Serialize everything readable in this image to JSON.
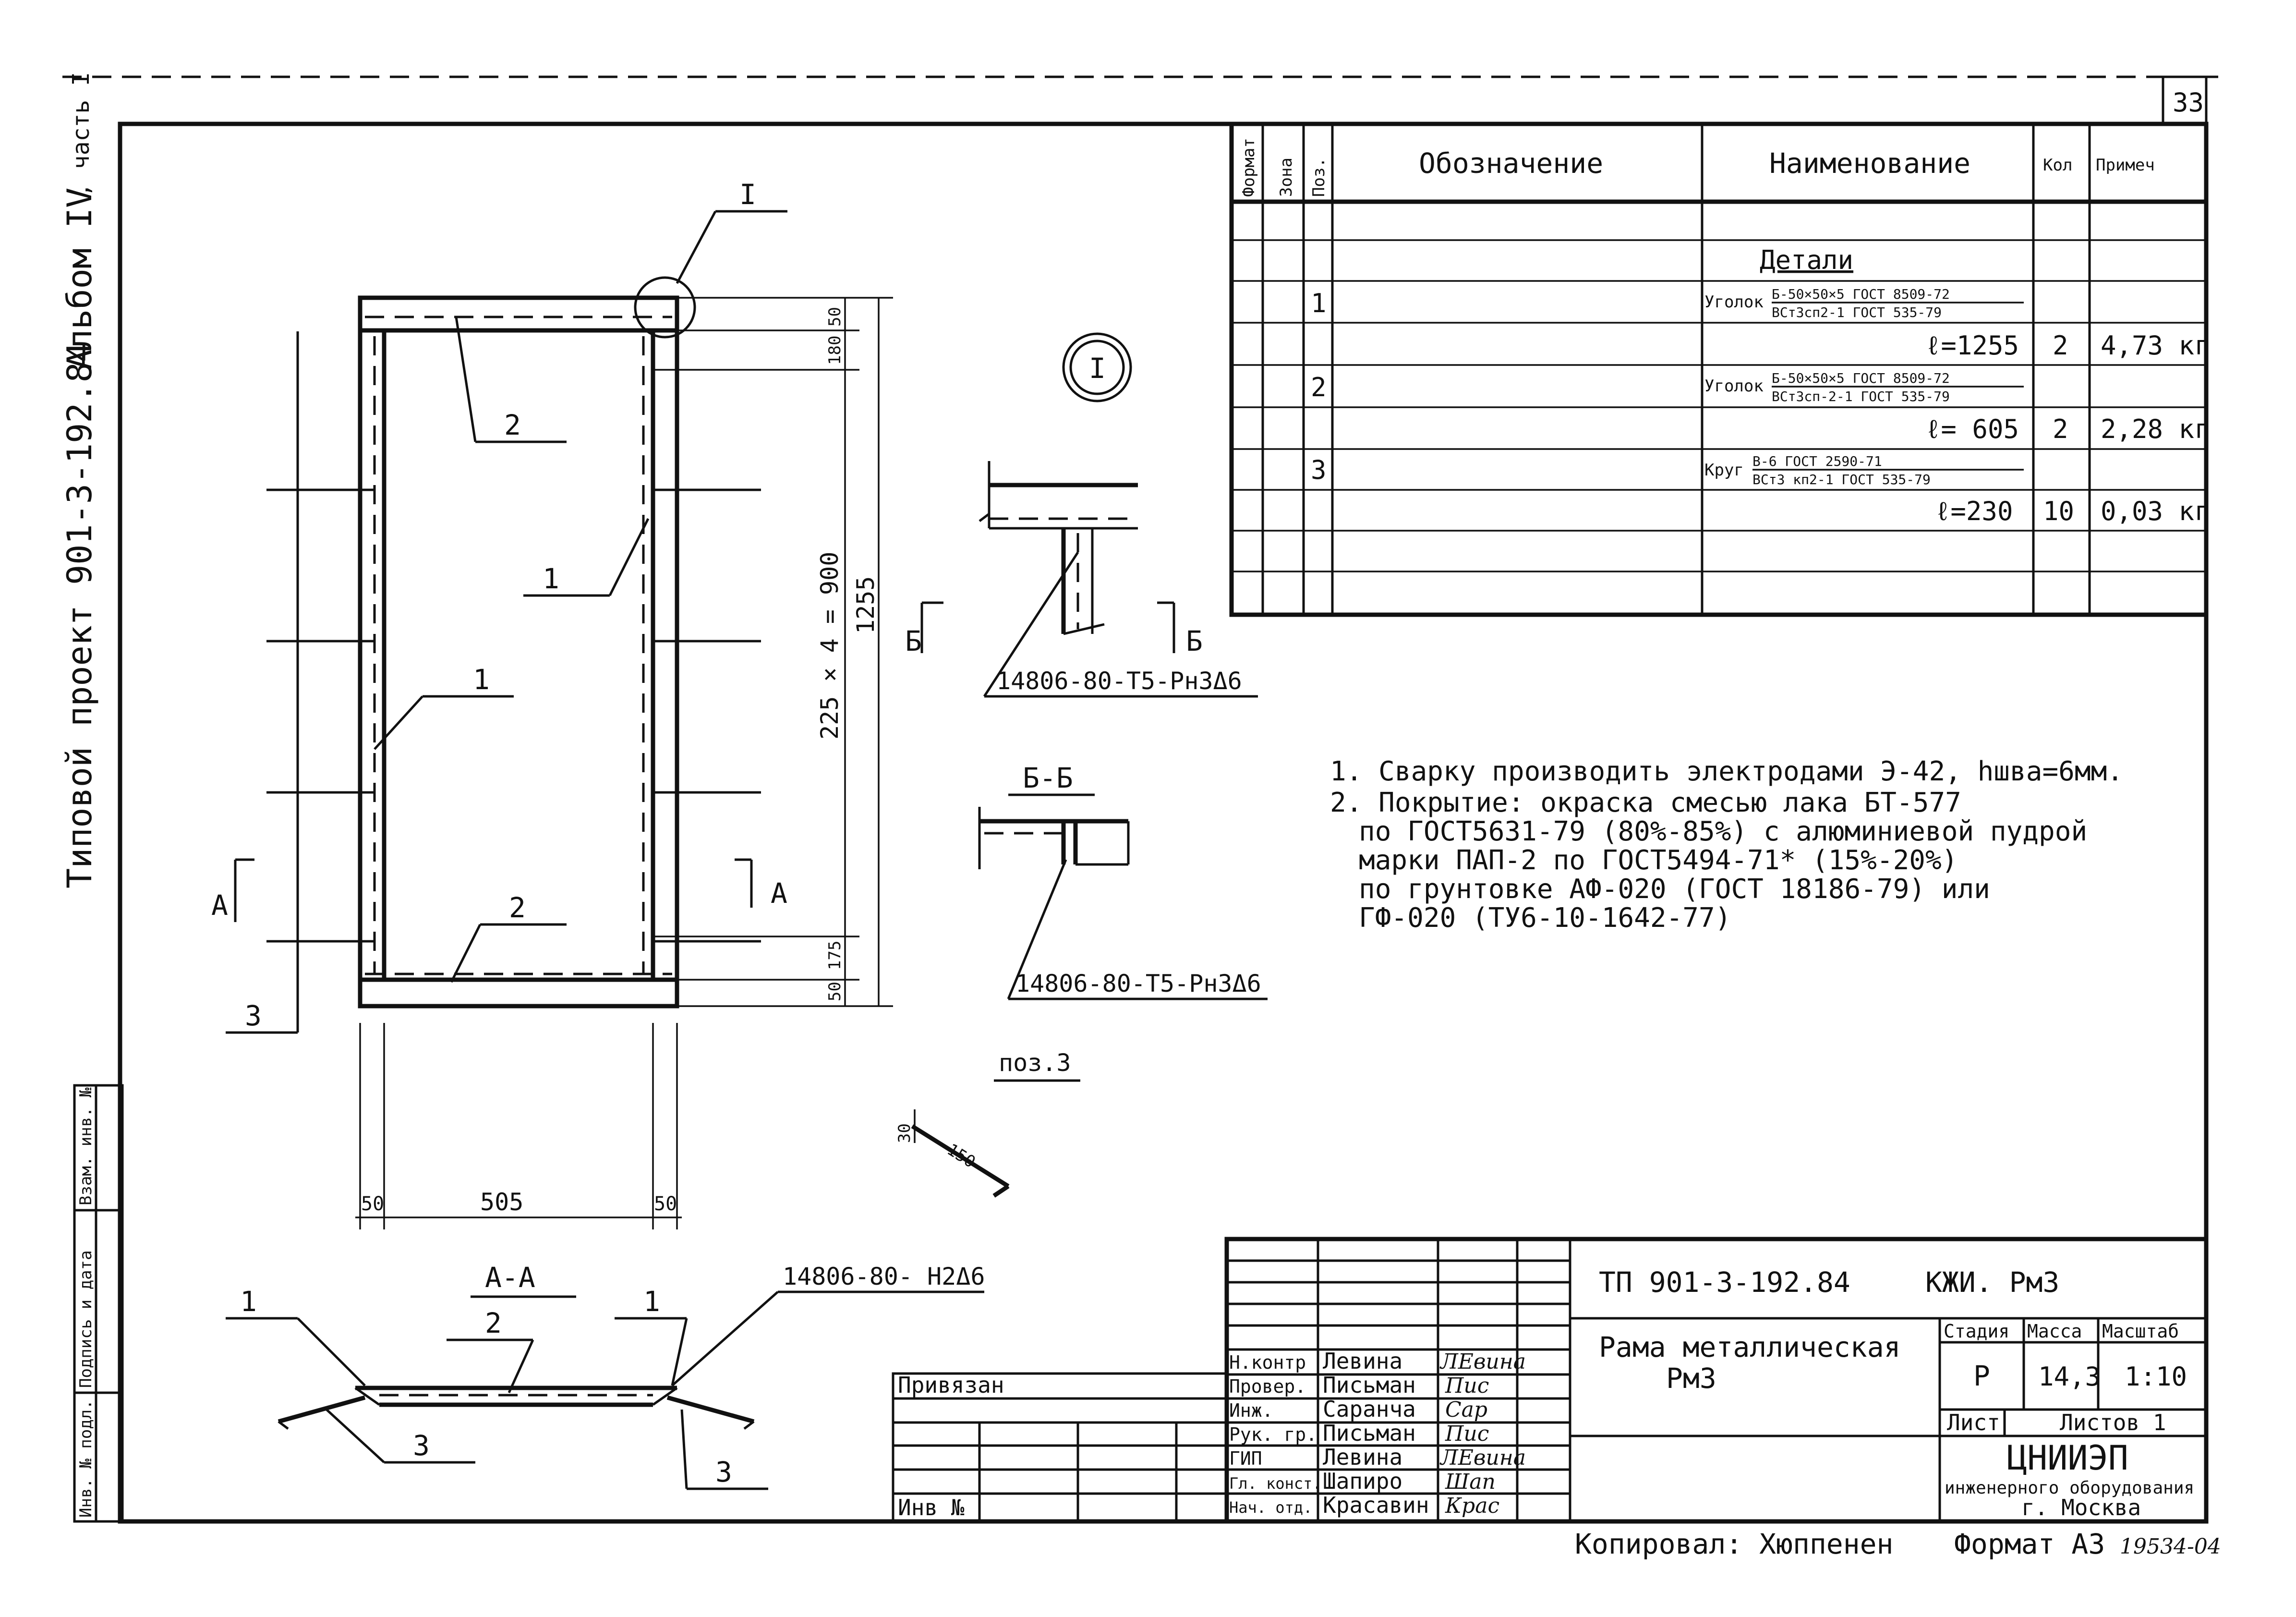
{
  "sheet_number": "33",
  "side_caption": {
    "project": "Типовой проект 901-3-192.84",
    "album": "Альбом IV",
    "part": ", часть I"
  },
  "left_stamp_labels": [
    "Инв. № подл.",
    "Подпись и дата",
    "Взам. инв. №"
  ],
  "spec_table": {
    "headers": [
      "Формат",
      "Зона",
      "Поз.",
      "Обозначение",
      "Наименование",
      "Кол",
      "Примеч"
    ],
    "section_title": "Детали",
    "rows": [
      {
        "pos": "1",
        "name_prefix": "Уголок",
        "name_top": "Б-50×50×5 ГОСТ 8509-72",
        "name_bottom": "ВСт3сп2-1 ГОСТ 535-79",
        "length": "ℓ=1255",
        "qty": "2",
        "note": "4,73 кг"
      },
      {
        "pos": "2",
        "name_prefix": "Уголок",
        "name_top": "Б-50×50×5 ГОСТ 8509-72",
        "name_bottom": "ВСт3сп-2-1 ГОСТ 535-79",
        "length": "ℓ= 605",
        "qty": "2",
        "note": "2,28 кг"
      },
      {
        "pos": "3",
        "name_prefix": "Круг",
        "name_top": "В-6 ГОСТ 2590-71",
        "name_bottom": "ВСт3 кп2-1 ГОСТ 535-79",
        "length": "ℓ=230",
        "qty": "10",
        "note": "0,03 кг"
      }
    ]
  },
  "drawing": {
    "callout_detail": "I",
    "callout_circle": "I",
    "leader_labels": {
      "p2_top": "2",
      "p1_right": "1",
      "p1_left": "1",
      "p2_bottom": "2",
      "p3_left": "3"
    },
    "section_marker_a": "А",
    "section_marker_b": "Б",
    "dims": {
      "top_flange": "50",
      "top_gap": "180",
      "middle": "225 × 4 = 900",
      "overall": "1255",
      "bottom_gap": "175",
      "bottom_flange": "50",
      "w_left": "50",
      "w_mid": "505",
      "w_right": "50"
    },
    "weld_upper": "14806-80-Т5-Рн3Δ6",
    "section_bb_title": "Б-Б",
    "weld_lower": "14806-80-Т5-Рн3Δ6",
    "poz3_title": "поз.3",
    "poz3_dim_a": "30",
    "poz3_dim_b": "150",
    "section_aa_title": "А-А",
    "weld_aa": "14806-80- Н2Δ6",
    "aa_labels": {
      "left1": "1",
      "mid2": "2",
      "right1": "1",
      "left3": "3",
      "right3": "3"
    }
  },
  "notes": {
    "line1": "1. Сварку производить электродами Э-42, hшва=6мм.",
    "line2": "2. Покрытие: окраска смесью лака БТ-577",
    "line3": "по ГОСТ5631-79 (80%-85%) с алюминиевой пудрой",
    "line4": "марки ПАП-2 по ГОСТ5494-71* (15%-20%)",
    "line5": "по грунтовке АФ-020 (ГОСТ 18186-79) или",
    "line6": "ГФ-020 (ТУ6-10-1642-77)"
  },
  "title_block": {
    "privyazan": "Привязан",
    "inv_no": "Инв №",
    "roles": [
      {
        "role": "Н.контр",
        "name": "Левина",
        "sign": "ЛЕвина"
      },
      {
        "role": "Провер.",
        "name": "Письман",
        "sign": "Пис"
      },
      {
        "role": "Инж.",
        "name": "Саранча",
        "sign": "Сар"
      },
      {
        "role": "Рук. гр.",
        "name": "Письман",
        "sign": "Пис"
      },
      {
        "role": "ГИП",
        "name": "Левина",
        "sign": "ЛЕвина"
      },
      {
        "role": "Гл. конст.",
        "name": "Шапиро",
        "sign": "Шап"
      },
      {
        "role": "Нач. отд.",
        "name": "Красавин",
        "sign": "Крас"
      }
    ],
    "doc_code": "ТП 901-3-192.84",
    "doc_mark": "КЖИ. Рм3",
    "title_line1": "Рама металлическая",
    "title_line2": "Рм3",
    "stage_header": "Стадия",
    "mass_header": "Масса",
    "scale_header": "Масштаб",
    "stage": "Р",
    "mass": "14,3",
    "scale": "1:10",
    "sheet_label": "Лист",
    "sheets_label": "Листов 1",
    "org1": "ЦНИИЭП",
    "org2": "инженерного оборудования",
    "org3": "г. Москва"
  },
  "footer": {
    "copied": "Копировал: Хюппенен",
    "format": "Формат А3",
    "archive": "19534-04"
  }
}
